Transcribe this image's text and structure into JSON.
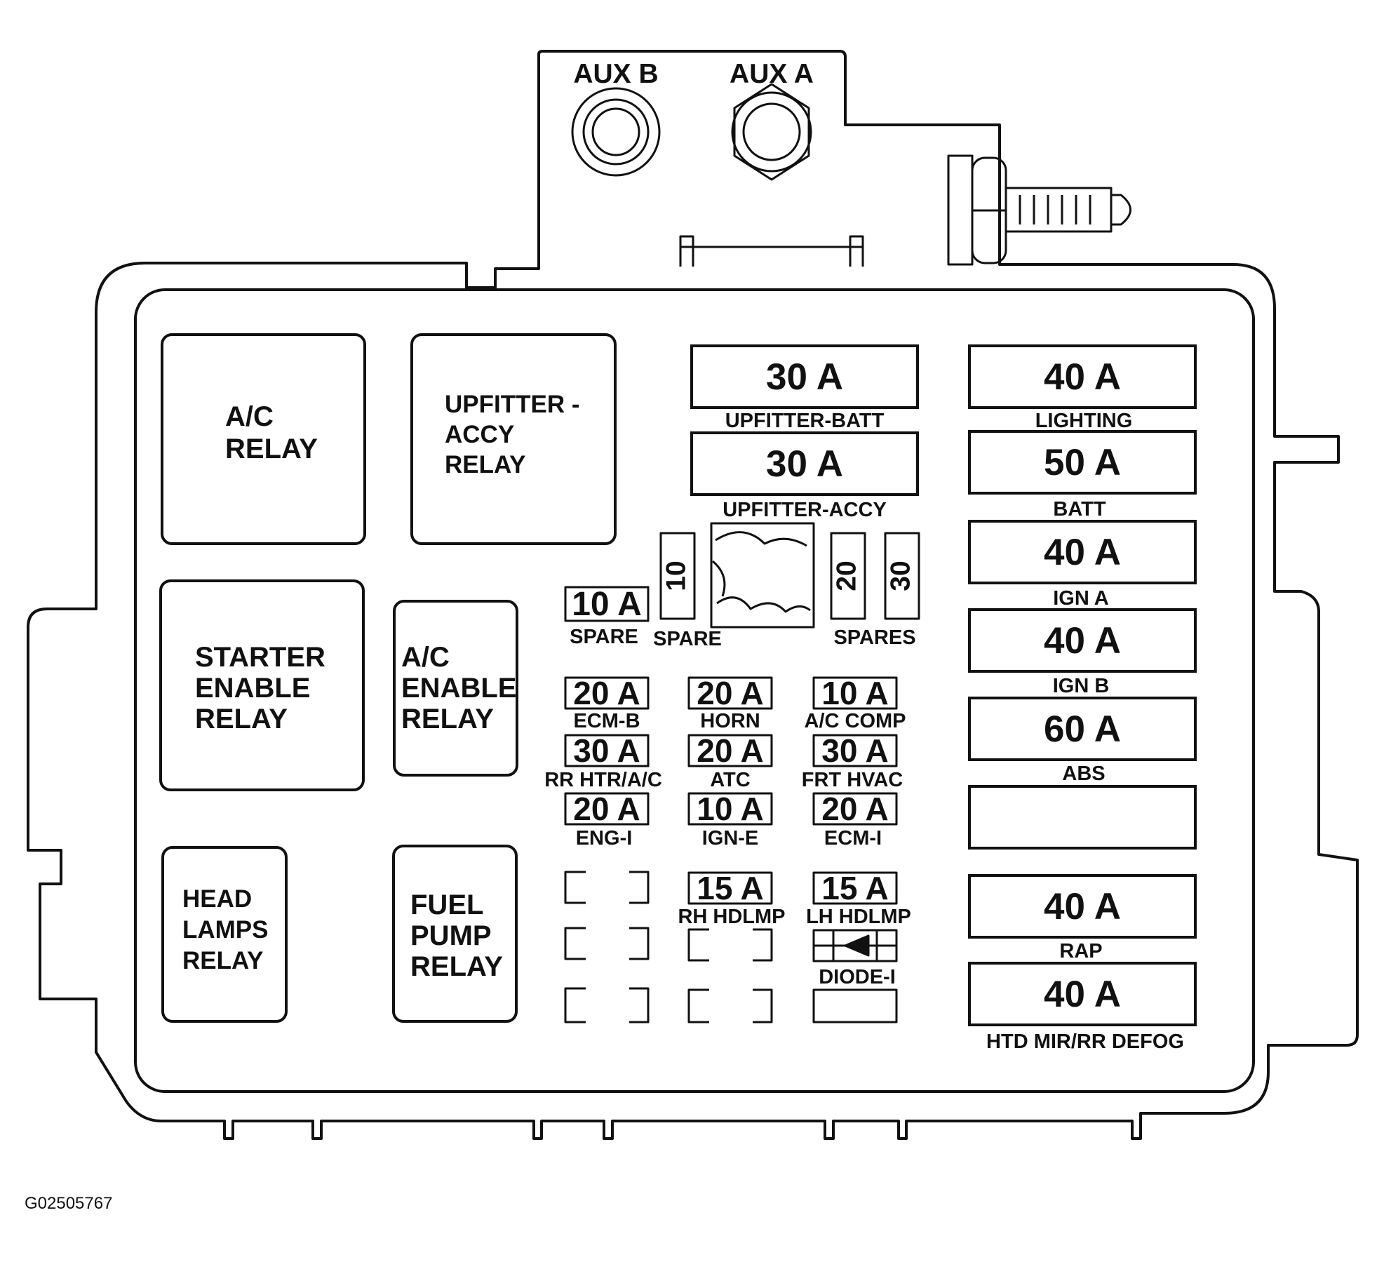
{
  "terminals": {
    "aux_b": "AUX B",
    "aux_a": "AUX A"
  },
  "relays": {
    "ac_relay": [
      "A/C",
      "RELAY"
    ],
    "upfitter_accy_relay": [
      "UPFITTER -",
      "ACCY",
      "RELAY"
    ],
    "starter_enable_relay": [
      "STARTER",
      "ENABLE",
      "RELAY"
    ],
    "ac_enable_relay": [
      "A/C",
      "ENABLE",
      "RELAY"
    ],
    "head_lamps_relay": [
      "HEAD",
      "LAMPS",
      "RELAY"
    ],
    "fuel_pump_relay": [
      "FUEL",
      "PUMP",
      "RELAY"
    ]
  },
  "center_fuses": {
    "upfitter_batt": {
      "rating": "30 A",
      "label": "UPFITTER-BATT"
    },
    "upfitter_accy": {
      "rating": "30 A",
      "label": "UPFITTER-ACCY"
    }
  },
  "spares": {
    "spare_10a": {
      "rating": "10 A",
      "label": "SPARE"
    },
    "spare_10": {
      "rating": "10",
      "label": "SPARE"
    },
    "spare_20": "20",
    "spare_30": "30",
    "spares_label": "SPARES"
  },
  "mini_fuses": [
    {
      "rating": "20 A",
      "label": "ECM-B"
    },
    {
      "rating": "20 A",
      "label": "HORN"
    },
    {
      "rating": "10 A",
      "label": "A/C COMP"
    },
    {
      "rating": "30 A",
      "label": "RR HTR/A/C"
    },
    {
      "rating": "20 A",
      "label": "ATC"
    },
    {
      "rating": "30 A",
      "label": "FRT HVAC"
    },
    {
      "rating": "20 A",
      "label": "ENG-I"
    },
    {
      "rating": "10 A",
      "label": "IGN-E"
    },
    {
      "rating": "20 A",
      "label": "ECM-I"
    },
    {
      "rating": "15 A",
      "label": "RH HDLMP"
    },
    {
      "rating": "15 A",
      "label": "LH HDLMP"
    }
  ],
  "diode_label": "DIODE-I",
  "maxi_fuses": [
    {
      "rating": "40 A",
      "label": "LIGHTING"
    },
    {
      "rating": "50 A",
      "label": "BATT"
    },
    {
      "rating": "40 A",
      "label": "IGN A"
    },
    {
      "rating": "40 A",
      "label": "IGN B"
    },
    {
      "rating": "60 A",
      "label": "ABS"
    },
    {
      "rating": "",
      "label": ""
    },
    {
      "rating": "40 A",
      "label": "RAP"
    },
    {
      "rating": "40 A",
      "label": "HTD MIR/RR DEFOG"
    }
  ],
  "figure_id": "G02505767"
}
